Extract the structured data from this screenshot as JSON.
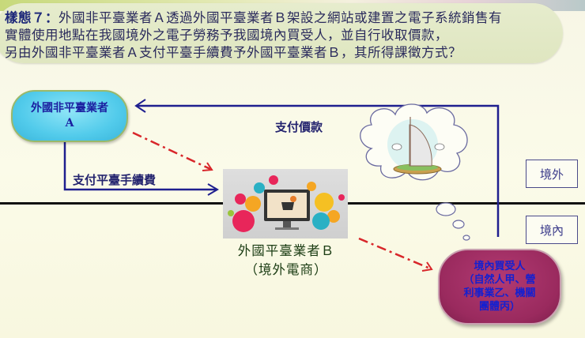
{
  "question": {
    "label": "樣態７：",
    "lines": [
      "外國非平臺業者Ａ透過外國平臺業者Ｂ架設之網站或建置之電子系統銷售有",
      "實體使用地點在我國境外之電子勞務予我國境內買受人，並自行收取價款，",
      "另由外國非平臺業者Ａ支付平臺手續費予外國平臺業者Ｂ，其所得課徵方式？"
    ]
  },
  "nodes": {
    "foreign_non_platform": {
      "line1": "外國非平臺業者",
      "line2": "A"
    },
    "foreign_platform": {
      "line1": "外國平臺業者Ｂ",
      "line2": "（境外電商）"
    },
    "domestic_buyer": {
      "line1": "境內買受人",
      "line2": "（自然人甲、營",
      "line3": "利事業乙、機關",
      "line4": "團體丙）"
    }
  },
  "arrows": {
    "payment_price": "支付價款",
    "platform_fee": "支付平臺手續費"
  },
  "regions": {
    "offshore": "境外",
    "domestic": "境內"
  },
  "colors": {
    "flow_line": "#1f1f8f",
    "dashed_arrow": "#d8262a",
    "node_a": "#52cbeb",
    "node_buyer": "#9a2a5e",
    "border_line": "#111111"
  }
}
